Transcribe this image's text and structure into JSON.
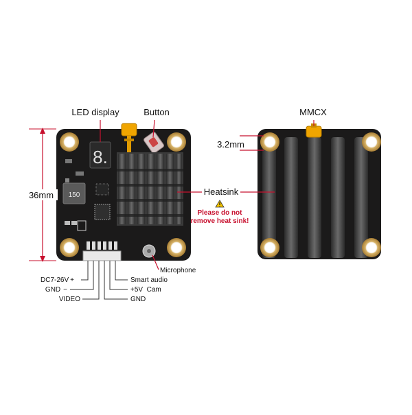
{
  "labels": {
    "led_display": "LED display",
    "button": "Button",
    "mmcx": "MMCX",
    "hole_size": "3.2mm",
    "board_size": "36mm",
    "heatsink": "Heatsink",
    "warning_line1": "Please do not",
    "warning_line2": "remove heat sink!",
    "microphone": "Microphone",
    "led_digit": "8.",
    "chip_marking": "150"
  },
  "pins_left": [
    {
      "label": "DC7-26V",
      "sign": "+"
    },
    {
      "label": "GND",
      "sign": "−"
    },
    {
      "label": "VIDEO",
      "sign": ""
    }
  ],
  "pins_right": [
    {
      "label": "Smart audio"
    },
    {
      "label": "+5V  Cam"
    },
    {
      "label": "GND"
    }
  ],
  "colors": {
    "pcb": "#1b1a1a",
    "pad_gold": "#c9a25a",
    "annotation_red": "#c8102e",
    "connector_gold": "#f0a500",
    "heatsink_gray": "#4a4a4a"
  },
  "icons": {
    "warning": "warning-triangle-icon"
  }
}
